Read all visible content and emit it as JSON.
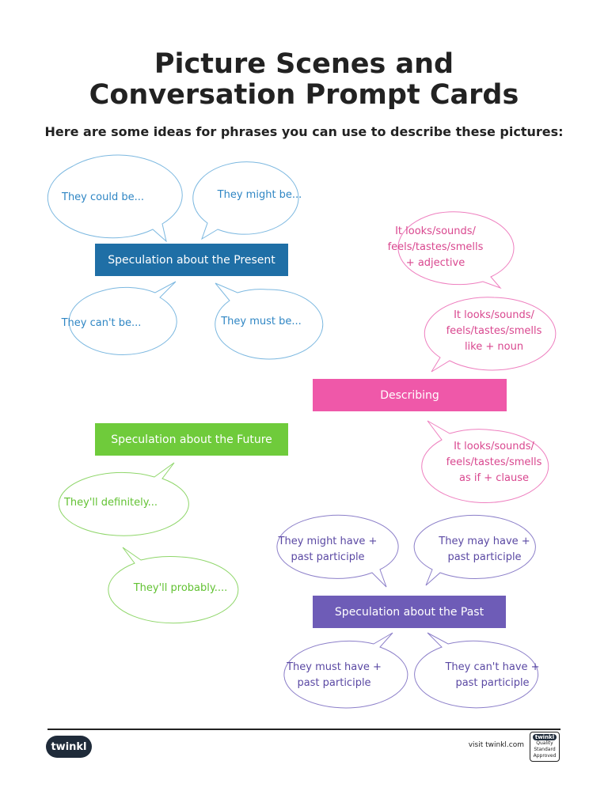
{
  "title_line1": "Picture Scenes and",
  "title_line2": "Conversation Prompt Cards",
  "subtitle": "Here are some ideas for phrases you can use to describe these pictures:",
  "banners": {
    "present": "Speculation about the Present",
    "describing": "Describing",
    "future": "Speculation about the Future",
    "past": "Speculation about the Past"
  },
  "present_bubbles": [
    "They could be...",
    "They might be...",
    "They can't be...",
    "They must be..."
  ],
  "describing_bubbles": [
    [
      "It looks/sounds/",
      "feels/tastes/smells",
      "+ adjective"
    ],
    [
      "It looks/sounds/",
      "feels/tastes/smells",
      "like + noun"
    ],
    [
      "It looks/sounds/",
      "feels/tastes/smells",
      "as if + clause"
    ]
  ],
  "future_bubbles": [
    "They'll definitely...",
    "They'll probably...."
  ],
  "past_bubbles": [
    [
      "They might have +",
      "past participle"
    ],
    [
      "They may have +",
      "past participle"
    ],
    [
      "They must have +",
      "past participle"
    ],
    [
      "They can't have +",
      "past participle"
    ]
  ],
  "footer": {
    "logo_text": "twinkl",
    "visit_text": "visit twinkl.com",
    "badge_brand": "twinkl",
    "badge_line1": "Quality Standard",
    "badge_line2": "Approved"
  },
  "colors": {
    "present": "#1f6fa6",
    "describing": "#ef58a9",
    "future": "#6fcb3b",
    "past": "#6e5cb7"
  }
}
